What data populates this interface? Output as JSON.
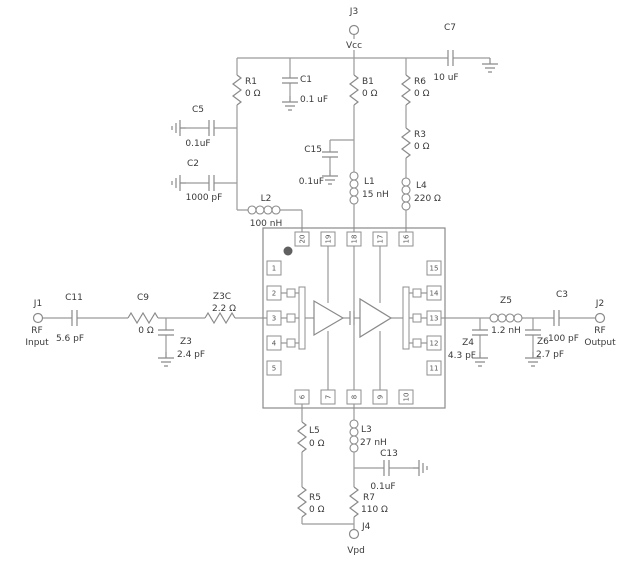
{
  "schematic": {
    "connectors": {
      "j1": {
        "ref": "J1",
        "line1": "RF",
        "line2": "Input"
      },
      "j2": {
        "ref": "J2",
        "line1": "RF",
        "line2": "Output"
      },
      "j3": {
        "ref": "J3",
        "net": "Vcc"
      },
      "j4": {
        "ref": "J4",
        "net": "Vpd"
      }
    },
    "components": {
      "c7": {
        "ref": "C7",
        "value": "10 uF"
      },
      "r1": {
        "ref": "R1",
        "value": "0 Ω"
      },
      "c1": {
        "ref": "C1",
        "value": "0.1 uF"
      },
      "b1": {
        "ref": "B1",
        "value": "0 Ω"
      },
      "r6": {
        "ref": "R6",
        "value": "0 Ω"
      },
      "r3": {
        "ref": "R3",
        "value": "0 Ω"
      },
      "c5": {
        "ref": "C5",
        "value": "0.1uF"
      },
      "c2": {
        "ref": "C2",
        "value": "1000 pF"
      },
      "c15": {
        "ref": "C15",
        "value": "0.1uF"
      },
      "l1": {
        "ref": "L1",
        "value": "15 nH"
      },
      "l4": {
        "ref": "L4",
        "value": "220 Ω"
      },
      "l2": {
        "ref": "L2",
        "value": "100 nH"
      },
      "c11": {
        "ref": "C11",
        "value": "5.6 pF"
      },
      "c9": {
        "ref": "C9",
        "value": "0 Ω"
      },
      "z3c": {
        "ref": "Z3C",
        "value": "2.2 Ω"
      },
      "z3": {
        "ref": "Z3",
        "value": "2.4 pF"
      },
      "z4": {
        "ref": "Z4",
        "value": "4.3 pF"
      },
      "z5": {
        "ref": "Z5",
        "value": "1.2 nH"
      },
      "z6": {
        "ref": "Z6",
        "value": "2.7 pF"
      },
      "c3": {
        "ref": "C3",
        "value": "100 pF"
      },
      "l5": {
        "ref": "L5",
        "value": "0 Ω"
      },
      "l3": {
        "ref": "L3",
        "value": "27 nH"
      },
      "c13": {
        "ref": "C13",
        "value": "0.1uF"
      },
      "r5": {
        "ref": "R5",
        "value": "0 Ω"
      },
      "r7": {
        "ref": "R7",
        "value": "110 Ω"
      }
    },
    "ic": {
      "pins_left": [
        "1",
        "2",
        "3",
        "4",
        "5"
      ],
      "pins_right": [
        "15",
        "14",
        "13",
        "12",
        "11"
      ],
      "pins_top": [
        "20",
        "19",
        "18",
        "17",
        "16"
      ],
      "pins_bottom": [
        "6",
        "7",
        "8",
        "9",
        "10"
      ]
    }
  }
}
